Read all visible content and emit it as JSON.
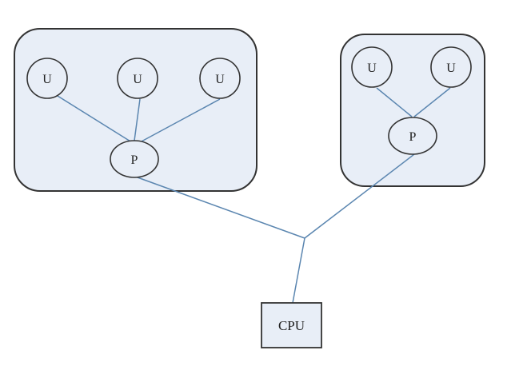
{
  "diagram": {
    "colors": {
      "fill": "#e8eef7",
      "edge": "#5b86b0",
      "outline": "#333333"
    },
    "left_group": {
      "users": [
        "U",
        "U",
        "U"
      ],
      "processor": "P"
    },
    "right_group": {
      "users": [
        "U",
        "U"
      ],
      "processor": "P"
    },
    "cpu": "CPU"
  }
}
